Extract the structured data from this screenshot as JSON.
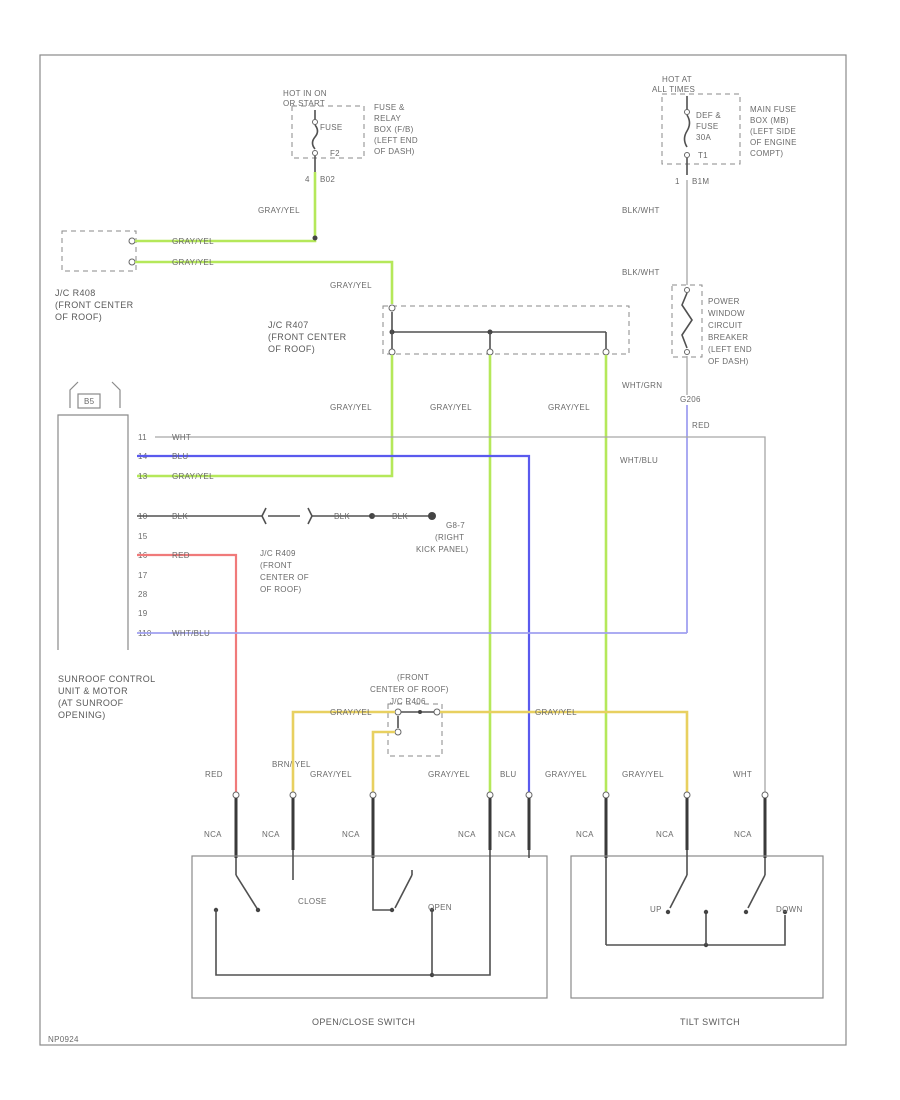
{
  "diagram": {
    "code": "NP0924",
    "power_sources": {
      "left": {
        "label": "HOT IN ON OR START",
        "fuse_label": "FUSE",
        "fuse_box": "FUSE & RELAY BOX (F/B) (LEFT END OF DASH)",
        "terminal": "F2",
        "conn": "B02"
      },
      "right": {
        "label": "HOT AT ALL TIMES",
        "fuse_label": "DEF & FUSE 30A",
        "fuse_box": "MAIN FUSE BOX (MB) (LEFT SIDE OF ENGINE COMPT)",
        "terminal": "T1",
        "conn": "B1M"
      }
    },
    "wire_labels": {
      "gray_yel": "GRAY/YEL",
      "blk_wht": "BLK/WHT",
      "wht_grn": "WHT/GRN",
      "wht": "WHT",
      "blu": "BLU",
      "red": "RED",
      "wht_blu": "WHT/BLU",
      "brn_yel": "BRN/ YEL",
      "nca": "NCA",
      "blk": "BLK"
    },
    "components": {
      "jc_r408": "J/C R408 (FRONT CENTER OF ROOF)",
      "jc_r407": "J/C R407 (FRONT CENTER OF ROOF)",
      "jc_r409": "J/C R409 (FRONT CENTER OF ROOF)",
      "jc_r406": "(FRONT CENTER OF ROOF) J/C R406",
      "circuit_breaker": "POWER WINDOW CIRCUIT BREAKER (LEFT END OF DASH)",
      "ground": "G8-7 (RIGHT KICK PANEL)",
      "sunroof_unit": "SUNROOF CONTROL UNIT & MOTOR (AT SUNROOF OPENING)",
      "unit_conn": "B5",
      "open_close_switch": "OPEN/CLOSE SWITCH",
      "tilt_switch": "TILT SWITCH",
      "close": "CLOSE",
      "open": "OPEN",
      "up": "UP",
      "down": "DOWN"
    },
    "unit_pins": [
      "11",
      "14",
      "13",
      "10",
      "15",
      "16",
      "17",
      "28",
      "19",
      "110"
    ]
  }
}
